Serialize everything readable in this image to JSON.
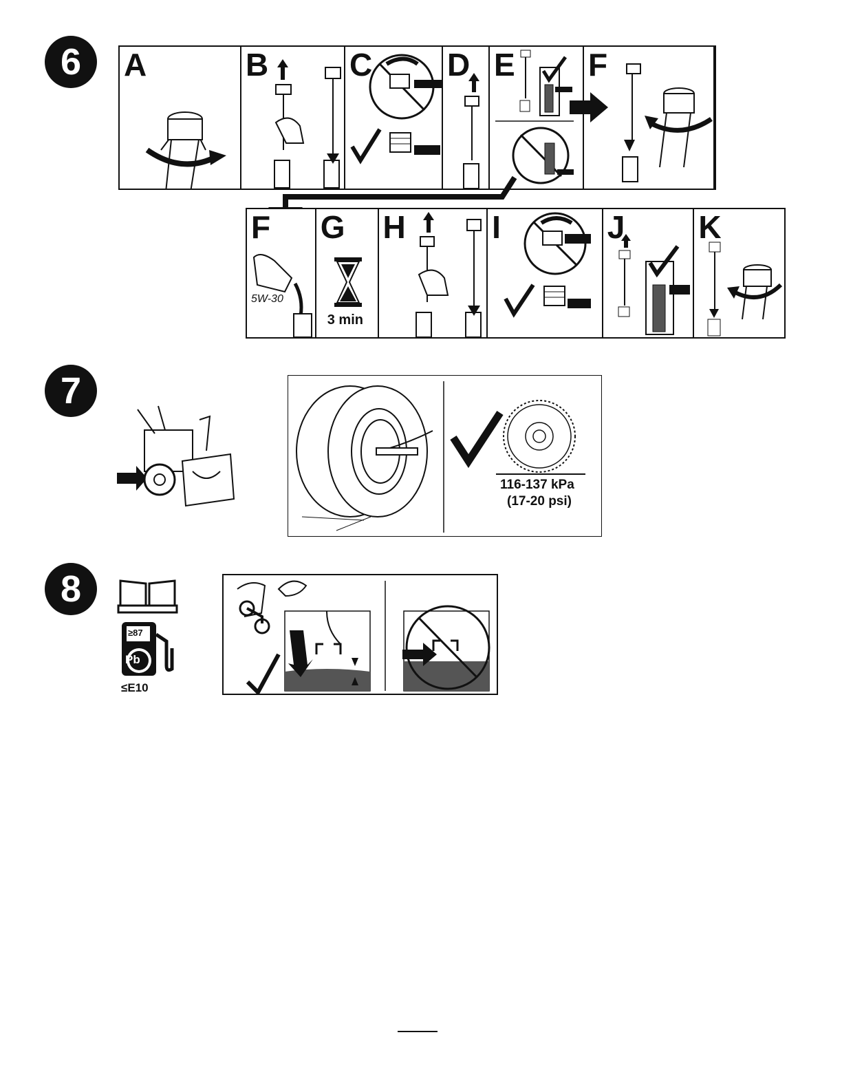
{
  "steps": {
    "six": {
      "number": "6",
      "row1_letters": [
        "A",
        "B",
        "C",
        "D",
        "E",
        "F"
      ],
      "row2_letters": [
        "F",
        "G",
        "H",
        "I",
        "J",
        "K"
      ],
      "oil_label": "5W-30",
      "wait_label": "3 min"
    },
    "seven": {
      "number": "7",
      "pressure_kpa": "116-137 kPa",
      "pressure_psi": "(17-20 psi)"
    },
    "eight": {
      "number": "8",
      "octane_label": "≥87",
      "lead_label": "Pb",
      "ethanol_label": "≤E10"
    }
  },
  "colors": {
    "ink": "#111111",
    "fuel": "#555555"
  }
}
